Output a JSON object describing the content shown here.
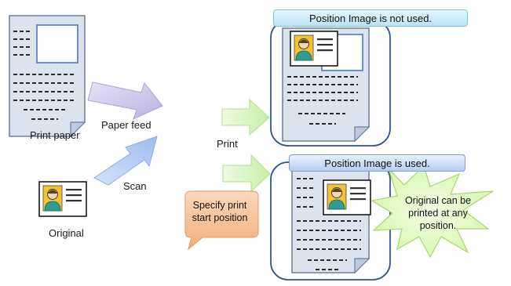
{
  "labels": {
    "print_paper": "Print paper",
    "paper_feed": "Paper feed",
    "scan": "Scan",
    "original": "Original",
    "print": "Print"
  },
  "banners": {
    "not_used": "Position Image is not used.",
    "used": "Position Image is used."
  },
  "callouts": {
    "specify_start": "Specify print\nstart position",
    "any_position": "Original can be\nprinted at any\nposition."
  },
  "colors": {
    "paper_fill": "#dbe3ef",
    "paper_stroke": "#6e7fa0",
    "paper_feed_arrow": "#cdc7ee",
    "scan_arrow": "#b9cff5",
    "print_arrow": "#dbf5c4",
    "star": "#e6fbc6",
    "callout": "#f8c69c",
    "frame": "#33558c",
    "photo_bg": "#f5c230",
    "person_body": "#2e9c95"
  },
  "icons": [
    "id-card-icon",
    "person-icon",
    "arrow-icon",
    "star-burst-icon",
    "dog-ear-page-icon"
  ]
}
